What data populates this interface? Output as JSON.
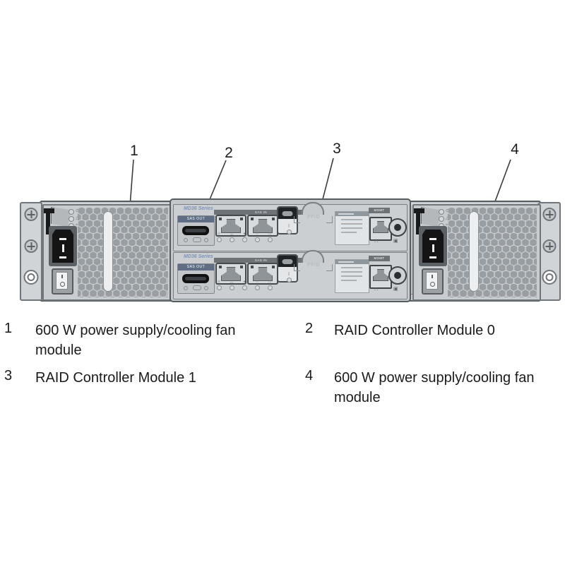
{
  "diagram": {
    "callouts": [
      "1",
      "2",
      "3",
      "4"
    ],
    "controller": {
      "series_label": "MD36 Series",
      "sas_out_label": "SAS OUT",
      "sas_in_label": "SAS IN",
      "mgmt_label": "MGMT",
      "ppid_label": "PPID"
    },
    "icons": {
      "psu_leds": [
        "⊙",
        "△",
        "≈"
      ],
      "ctrl_leds": [
        "⊙",
        "△",
        "●",
        "≈",
        "▭"
      ],
      "ctrl_led_extra": "▯",
      "network": "∴",
      "service": "▣"
    },
    "colors": {
      "chassis_fill": "#bfc3c6",
      "chassis_border": "#565c60",
      "panel_fill": "#cbcfd1",
      "grille_hole": "#989ea2",
      "series_label_blue": "#7d93b8",
      "sas_header_blue": "#5f6e84",
      "text": "#1a1a1a"
    }
  },
  "legend": {
    "items": [
      {
        "num": "1",
        "text": "600 W power supply/cooling fan module"
      },
      {
        "num": "2",
        "text": "RAID Controller Module 0"
      },
      {
        "num": "3",
        "text": "RAID Controller Module 1"
      },
      {
        "num": "4",
        "text": "600 W power supply/cooling fan module"
      }
    ]
  }
}
